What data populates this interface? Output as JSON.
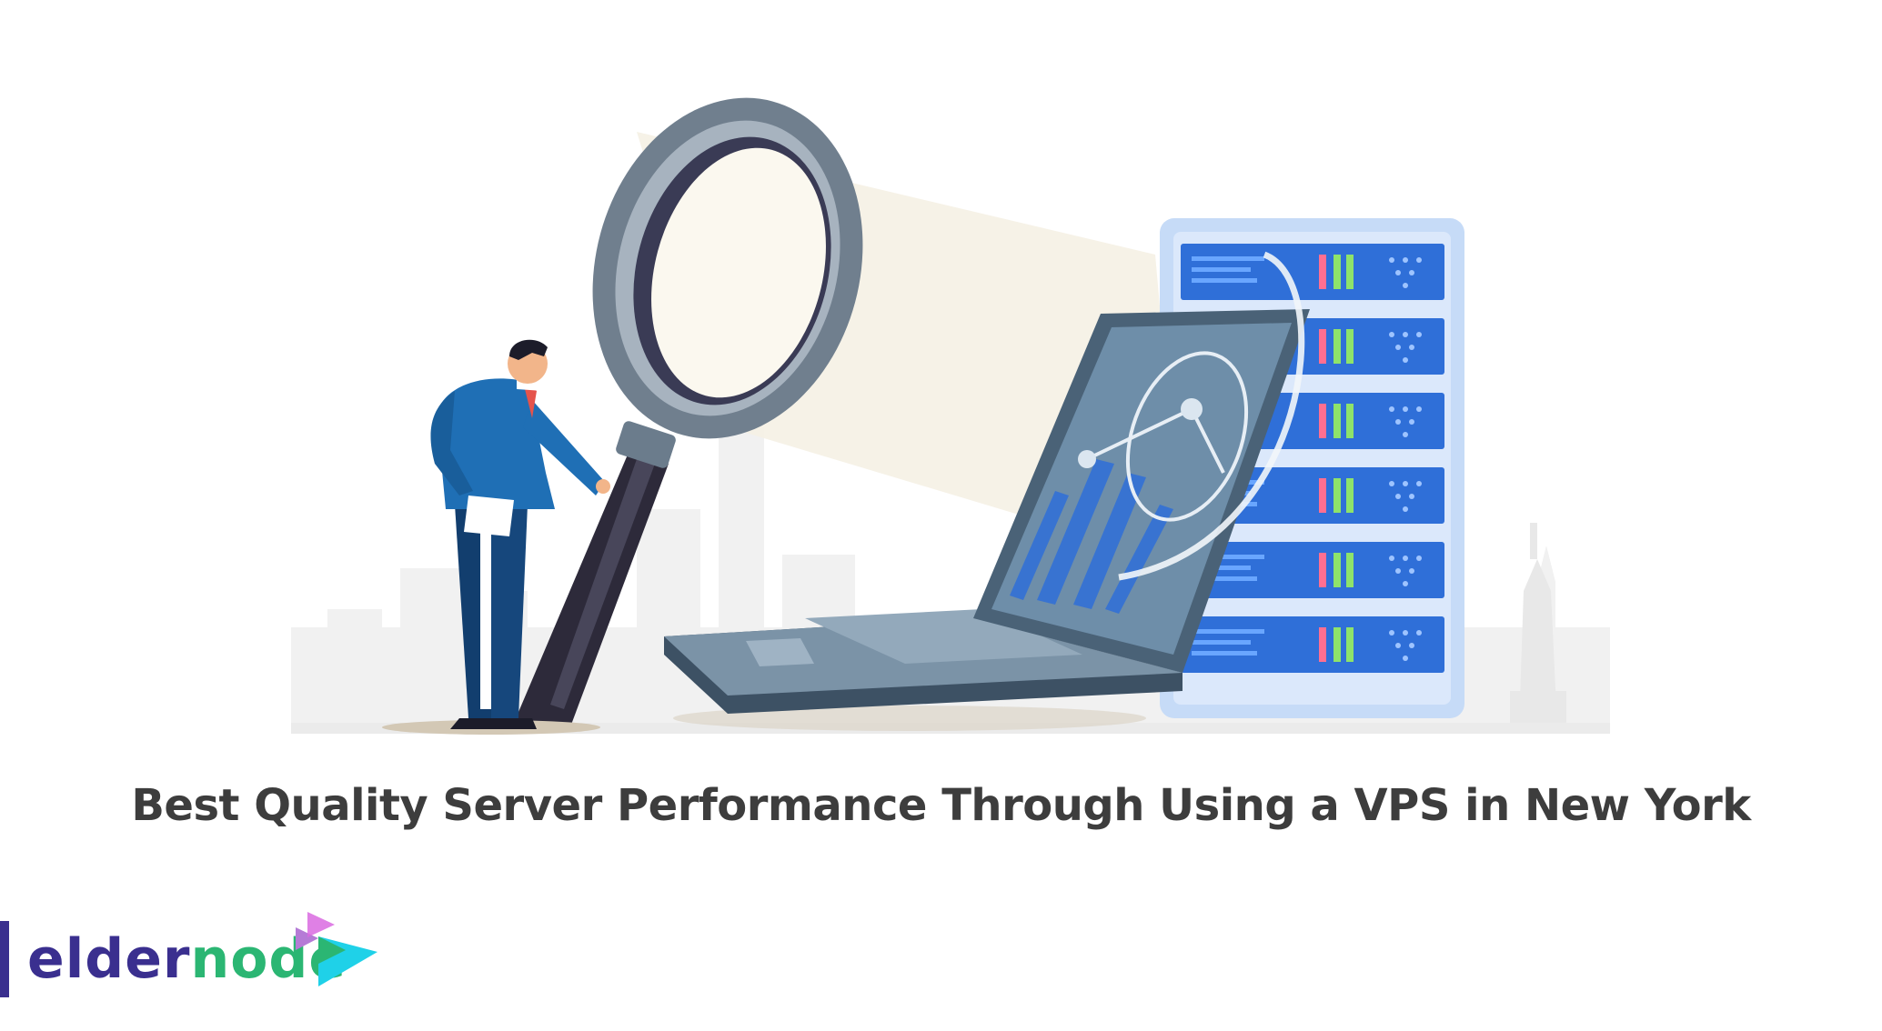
{
  "headline": "Best Quality Server Performance Through Using a VPS in New York",
  "logo": {
    "part_a": "elder",
    "part_b": "node",
    "icon": "play-arrow-icon"
  },
  "colors": {
    "headline": "#3d3d3d",
    "brand_purple": "#3a2f8f",
    "brand_green": "#2bb673",
    "brand_cyan": "#1fd1e8",
    "suit_blue": "#1f6fb5",
    "server_blue": "#2f6fd8",
    "laptop_gray": "#5a7389"
  }
}
